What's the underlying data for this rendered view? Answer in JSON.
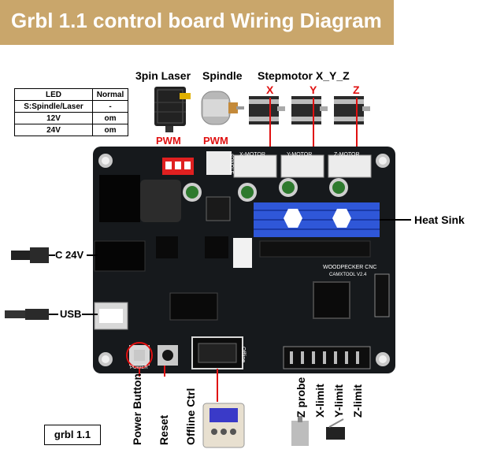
{
  "title": "Grbl 1.1 control board Wiring Diagram",
  "top_labels": {
    "laser": "3pin Laser",
    "spindle": "Spindle",
    "stepmotor": "Stepmotor X_Y_Z",
    "axis_x": "X",
    "axis_y": "Y",
    "axis_z": "Z",
    "pwm_laser": "PWM",
    "pwm_spindle": "PWM"
  },
  "led_table": {
    "headers": [
      "LED",
      "Normal"
    ],
    "rows": [
      [
        "S:Spindle/Laser",
        "-"
      ],
      [
        "12V",
        "om"
      ],
      [
        "24V",
        "om"
      ]
    ]
  },
  "side_labels": {
    "power": "C 24V",
    "usb": "USB",
    "heat_sink": "Heat Sink"
  },
  "bottom_labels": {
    "power_button": "Power Button",
    "reset": "Reset",
    "offline_ctrl": "Offline Ctrl",
    "z_probe": "Z probe",
    "x_limit": "X-limit",
    "y_limit": "Y-limit",
    "z_limit": "Z-limit"
  },
  "board_silkscreen": {
    "x_motor": "X-MOTOR",
    "y_motor": "Y-MOTOR",
    "z_motor": "Z-MOTOR",
    "brand": "WOODPECKER CNC",
    "model": "CAMXTOOL V2.4",
    "offline": "Offline",
    "spindle_conn": "SPINDLE",
    "power": "POWER"
  },
  "version_label": "grbl 1.1",
  "colors": {
    "banner": "#c9a66b",
    "board": "#16191c",
    "label_red": "#e01010",
    "heat_sink": "#2f57d8",
    "connector": "#ececec"
  }
}
